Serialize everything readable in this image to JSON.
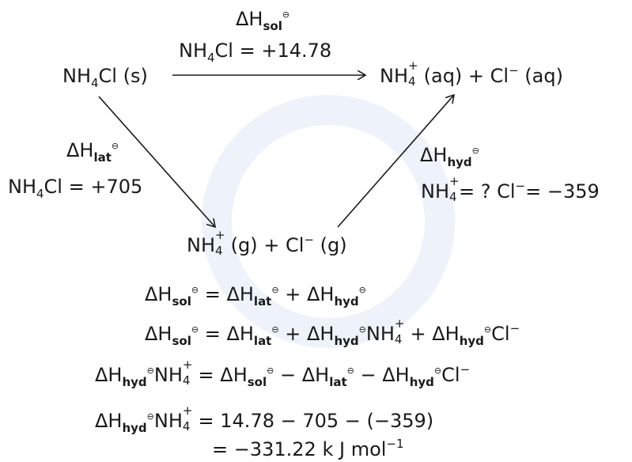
{
  "diagram": {
    "arrow_top": {
      "label_symbol": "ΔH",
      "label_sub": "sol",
      "plimsoll": "⊖",
      "value_line": "NH4Cl = +14.78",
      "value_compound": "NH",
      "value_compound_sub": "4",
      "value_compound_tail": "Cl = +14.78"
    },
    "arrow_left": {
      "label_symbol": "ΔH",
      "label_sub": "lat",
      "plimsoll": "⊖",
      "value_compound": "NH",
      "value_compound_sub": "4",
      "value_compound_tail": "Cl = +705"
    },
    "arrow_right": {
      "label_symbol": "ΔH",
      "label_sub": "hyd",
      "plimsoll": "⊖",
      "value_compound": "NH",
      "value_compound_sub": "4",
      "value_compound_sup": "+",
      "value_tail": "= ?  Cl",
      "value_tail_sup": "−",
      "value_end": "= −359"
    },
    "nodes": {
      "start": {
        "text": "NH",
        "sub": "4",
        "tail": "Cl (s)"
      },
      "end": {
        "a": "NH",
        "a_sub": "4",
        "a_sup": "+",
        "a_tail": " (aq)  +  Cl",
        "b_sup": "−",
        "b_tail": " (aq)"
      },
      "middle": {
        "a": "NH",
        "a_sub": "4",
        "a_sup": "+",
        "a_tail": " (g)  +  Cl",
        "b_sup": "−",
        "b_tail": " (g)"
      }
    }
  },
  "equations": {
    "line1": "ΔHsol⊖ = ΔHlat⊖ + ΔHhyd⊖",
    "line2": "ΔHsol⊖ = ΔHlat⊖ + ΔHhyd⊖NH4+ + ΔHhyd⊖Cl−",
    "line3": "ΔHhyd⊖NH4+ = ΔHsol⊖ − ΔHlat⊖ − ΔHhyd⊖Cl−",
    "line4_value": "= 14.78 − 705 − (−359)",
    "line5_value": "= −331.22 k J mol",
    "line5_unit_sup": "−1",
    "symbol": "ΔH",
    "sub_sol": "sol",
    "sub_lat": "lat",
    "sub_hyd": "hyd",
    "plimsoll": "⊖",
    "eq": "=",
    "plus": "+",
    "minus": "−",
    "nh": "NH",
    "nh_sub": "4",
    "nh_sup": "+",
    "cl": "Cl",
    "cl_sup": "−"
  },
  "colors": {
    "ink": "#1a1a1a",
    "watermark": "#eef3fb"
  }
}
